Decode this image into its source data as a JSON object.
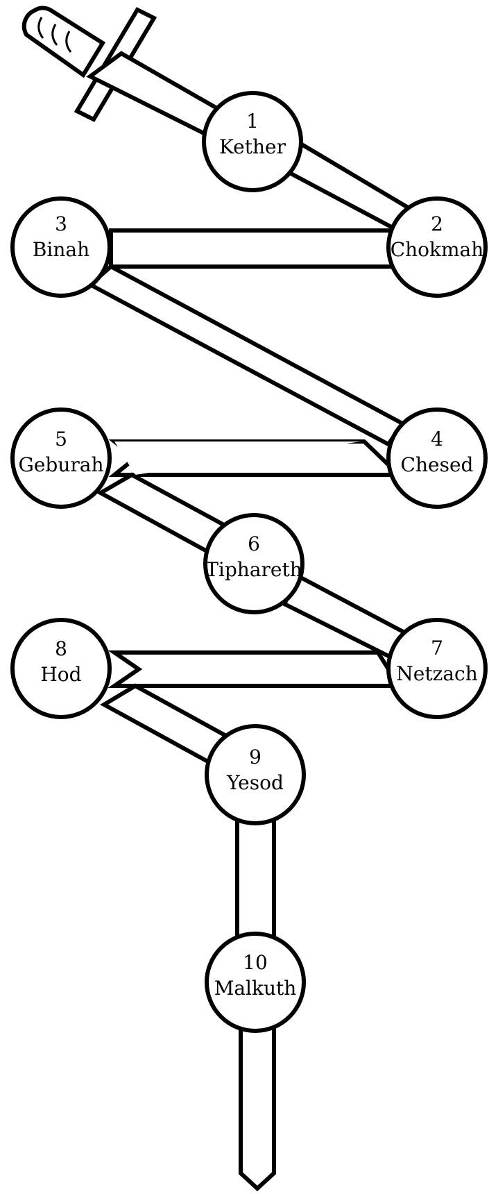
{
  "colors": {
    "stroke": "#000000",
    "fill": "#ffffff"
  },
  "sefirot": [
    {
      "number": "1",
      "name": "Kether"
    },
    {
      "number": "2",
      "name": "Chokmah"
    },
    {
      "number": "3",
      "name": "Binah"
    },
    {
      "number": "4",
      "name": "Chesed"
    },
    {
      "number": "5",
      "name": "Geburah"
    },
    {
      "number": "6",
      "name": "Tiphareth"
    },
    {
      "number": "7",
      "name": "Netzach"
    },
    {
      "number": "8",
      "name": "Hod"
    },
    {
      "number": "9",
      "name": "Yesod"
    },
    {
      "number": "10",
      "name": "Malkuth"
    }
  ]
}
